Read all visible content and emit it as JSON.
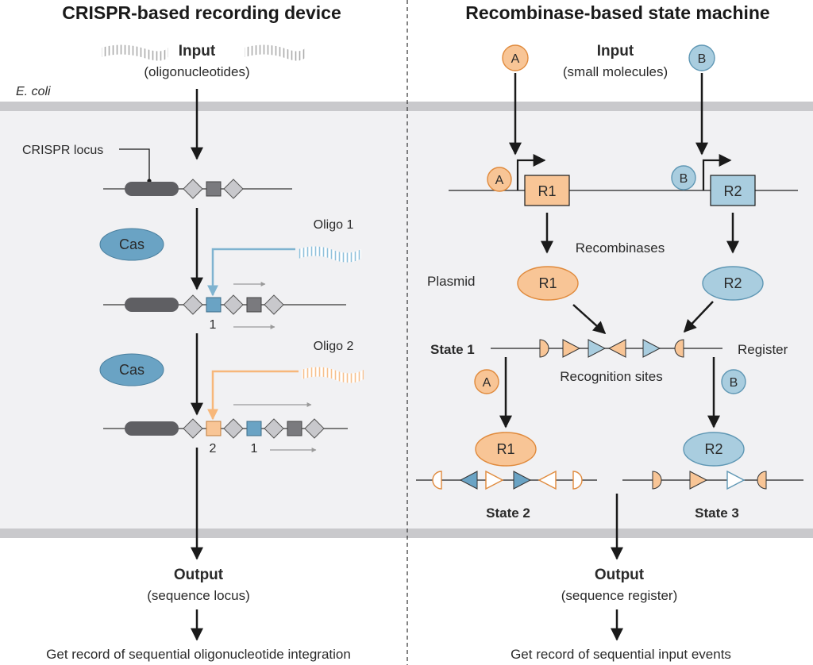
{
  "left": {
    "title": "CRISPR-based recording device",
    "input_title": "Input",
    "input_sub": "(oligonucleotides)",
    "organism": "E. coli",
    "crispr_locus": "CRISPR locus",
    "cas": "Cas",
    "oligo1": "Oligo 1",
    "oligo2": "Oligo 2",
    "spacer_num_1": "1",
    "spacer_num_2": "2",
    "output_title": "Output",
    "output_sub": "(sequence locus)",
    "result": "Get record of sequential oligonucleotide integration"
  },
  "right": {
    "title": "Recombinase-based state machine",
    "input_title": "Input",
    "input_sub": "(small molecules)",
    "molecule_a": "A",
    "molecule_b": "B",
    "gene_r1": "R1",
    "gene_r2": "R2",
    "recombinases": "Recombinases",
    "plasmid": "Plasmid",
    "state1": "State 1",
    "register": "Register",
    "recognition_sites": "Recognition sites",
    "state2": "State 2",
    "state3": "State 3",
    "output_title": "Output",
    "output_sub": "(sequence register)",
    "result": "Get record of sequential input events"
  },
  "colors": {
    "orange_fill": "#f8c596",
    "orange_stroke": "#e08a3c",
    "blue_fill": "#a9cddf",
    "blue_stroke": "#5f97b4",
    "cell_bg": "#f1f1f3",
    "membrane": "#c9c9cc",
    "dark_gene": "#5f5f63",
    "diamond": "#c8c8cc"
  }
}
